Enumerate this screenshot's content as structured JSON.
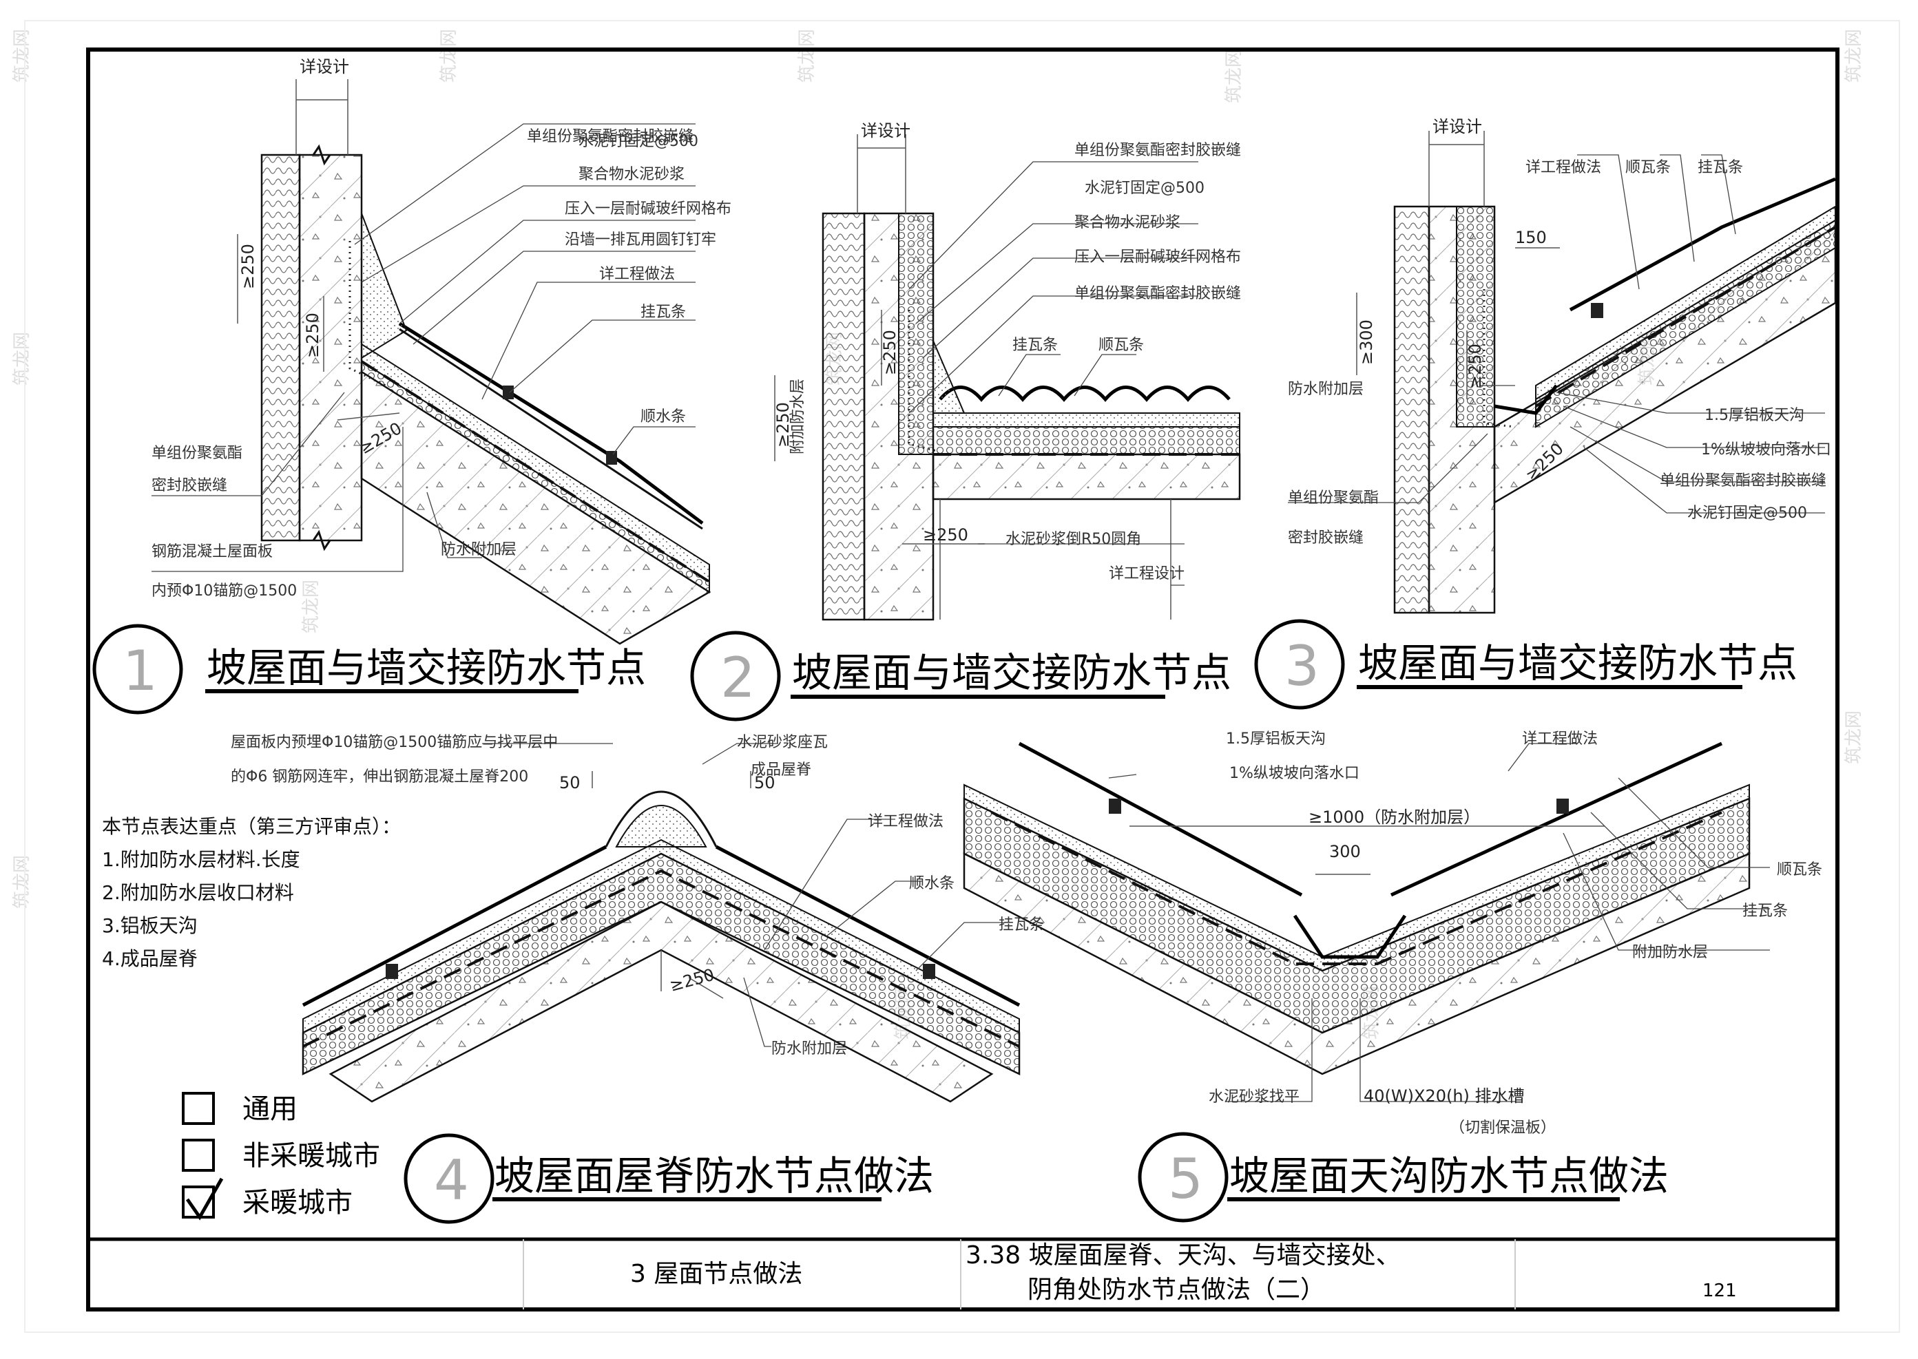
{
  "nodes": [
    {
      "number": "1",
      "title": "坡屋面与墙交接防水节点",
      "labels": [
        "单组份聚氨酯密封胶嵌缝",
        "水泥钉固定@500",
        "聚合物水泥砂浆",
        "压入一层耐碱玻纤网格布",
        "沿墙一排瓦用圆钉钉牢",
        "详工程做法",
        "挂瓦条",
        "顺水条",
        "单组份聚氨酯",
        "密封胶嵌缝",
        "钢筋混凝土屋面板",
        "内预Φ10锚筋@1500",
        "防水附加层"
      ],
      "dims": [
        "详设计",
        "≥250",
        "≥250",
        "≥250"
      ]
    },
    {
      "number": "2",
      "title": "坡屋面与墙交接防水节点",
      "labels": [
        "单组份聚氨酯密封胶嵌缝",
        "水泥钉固定@500",
        "聚合物水泥砂浆",
        "压入一层耐碱玻纤网格布",
        "单组份聚氨酯密封胶嵌缝",
        "挂瓦条",
        "顺瓦条",
        "水泥砂浆倒R50圆角",
        "详工程设计"
      ],
      "dims": [
        "详设计",
        "≥250",
        "≥250",
        "≥250"
      ],
      "rotated_label": "附加防水层"
    },
    {
      "number": "3",
      "title": "坡屋面与墙交接防水节点",
      "labels": [
        "详工程做法",
        "顺瓦条",
        "挂瓦条",
        "防水附加层",
        "1.5厚铝板天沟",
        "1%纵坡坡向落水口",
        "单组份聚氨酯密封胶嵌缝",
        "水泥钉固定@500",
        "单组份聚氨酯",
        "密封胶嵌缝"
      ],
      "dims": [
        "详设计",
        "150",
        "≥300",
        "≥250",
        "≥250"
      ]
    },
    {
      "number": "4",
      "title": "坡屋面屋脊防水节点做法",
      "labels": [
        "屋面板内预埋Φ10锚筋@1500锚筋应与找平层中",
        "的Φ6 钢筋网连牢，伸出钢筋混凝土屋脊200",
        "水泥砂浆座瓦",
        "成品屋脊",
        "详工程做法",
        "顺水条",
        "挂瓦条",
        "防水附加层"
      ],
      "dims": [
        "50",
        "50",
        "≥250"
      ]
    },
    {
      "number": "5",
      "title": "坡屋面天沟防水节点做法",
      "labels": [
        "1.5厚铝板天沟",
        "1%纵坡坡向落水口",
        "详工程做法",
        "≥1000（防水附加层）",
        "顺瓦条",
        "挂瓦条",
        "附加防水层",
        "水泥砂浆找平",
        "40(W)X20(h) 排水槽",
        "（切割保温板）"
      ],
      "dims": [
        "300"
      ]
    }
  ],
  "notes": {
    "heading": "本节点表达重点（第三方评审点）：",
    "items": [
      "1.附加防水层材料.长度",
      "2.附加防水层收口材料",
      "3.铝板天沟",
      "4.成品屋脊"
    ]
  },
  "legend": [
    {
      "label": "通用",
      "checked": false
    },
    {
      "label": "非采暖城市",
      "checked": false
    },
    {
      "label": "采暖城市",
      "checked": true
    }
  ],
  "title_block": {
    "section": "3  屋面节点做法",
    "drawing_title_line1": "3.38  坡屋面屋脊、天沟、与墙交接处、",
    "drawing_title_line2": "阴角处防水节点做法（二）",
    "page": "121"
  },
  "watermark": "筑龙网"
}
